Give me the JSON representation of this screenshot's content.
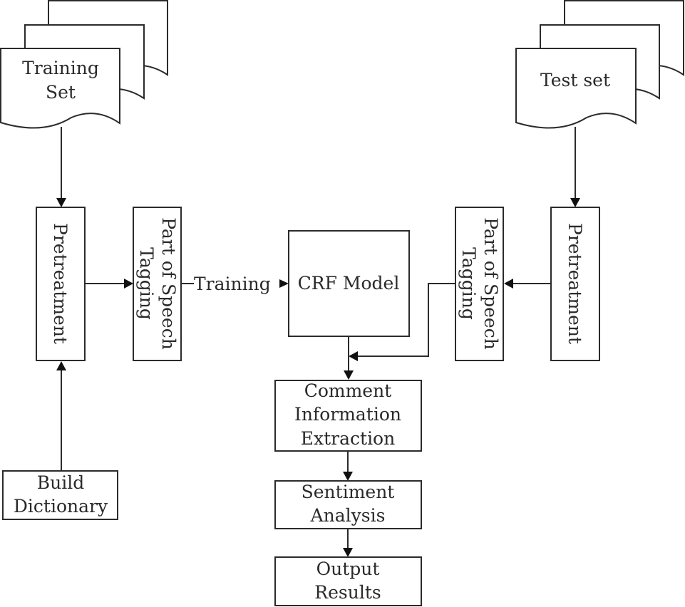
{
  "diagram": {
    "type": "flowchart",
    "nodes": {
      "training_set": {
        "lines": [
          "Training",
          "Set"
        ],
        "shape": "multi-document"
      },
      "test_set": {
        "lines": [
          "Test set"
        ],
        "shape": "multi-document"
      },
      "pretreatment_left": {
        "label": "Pretreatment",
        "orientation": "vertical"
      },
      "pos_tagging_left": {
        "lines": [
          "Part of Speech",
          "Tagging"
        ],
        "orientation": "vertical"
      },
      "crf_model": {
        "label": "CRF Model"
      },
      "pos_tagging_right": {
        "lines": [
          "Part of Speech",
          "Tagging"
        ],
        "orientation": "vertical"
      },
      "pretreatment_right": {
        "label": "Pretreatment",
        "orientation": "vertical"
      },
      "build_dictionary": {
        "lines": [
          "Build",
          "Dictionary"
        ]
      },
      "comment_extraction": {
        "lines": [
          "Comment",
          "Information",
          "Extraction"
        ]
      },
      "sentiment_analysis": {
        "lines": [
          "Sentiment",
          "Analysis"
        ]
      },
      "output_results": {
        "lines": [
          "Output",
          "Results"
        ]
      }
    },
    "edges": [
      {
        "from": "training_set",
        "to": "pretreatment_left"
      },
      {
        "from": "build_dictionary",
        "to": "pretreatment_left"
      },
      {
        "from": "pretreatment_left",
        "to": "pos_tagging_left"
      },
      {
        "from": "pos_tagging_left",
        "to": "crf_model",
        "label": "Training"
      },
      {
        "from": "test_set",
        "to": "pretreatment_right"
      },
      {
        "from": "pretreatment_right",
        "to": "pos_tagging_right"
      },
      {
        "from": "crf_model",
        "to": "comment_extraction"
      },
      {
        "from": "pos_tagging_right",
        "to": "comment_extraction"
      },
      {
        "from": "comment_extraction",
        "to": "sentiment_analysis"
      },
      {
        "from": "sentiment_analysis",
        "to": "output_results"
      }
    ],
    "edge_labels": {
      "training": "Training"
    }
  }
}
